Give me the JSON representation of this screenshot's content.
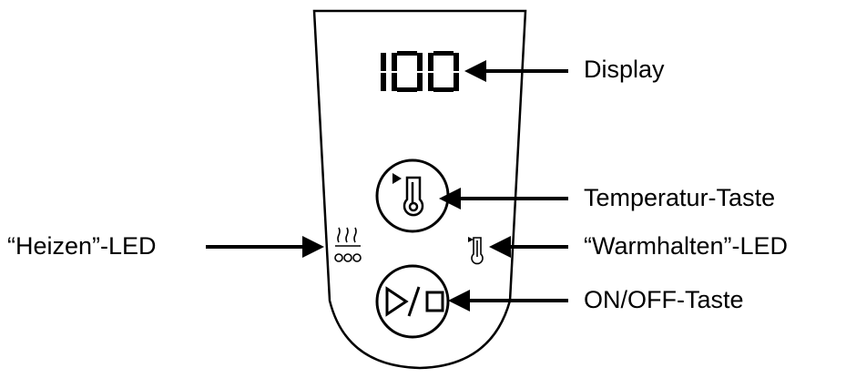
{
  "display": {
    "value": "100"
  },
  "labels": {
    "display": "Display",
    "temperature_button": "Temperatur-Taste",
    "warm_led": "“Warmhalten”-LED",
    "heat_led": "“Heizen”-LED",
    "onoff_button": "ON/OFF-Taste"
  },
  "icons": {
    "temperature_button": "thermometer-icon",
    "onoff_button": "play-stop-icon",
    "heat_led": "steam-heating-icon",
    "warm_led": "thermometer-icon"
  },
  "colors": {
    "ink": "#000000",
    "background": "#ffffff"
  }
}
